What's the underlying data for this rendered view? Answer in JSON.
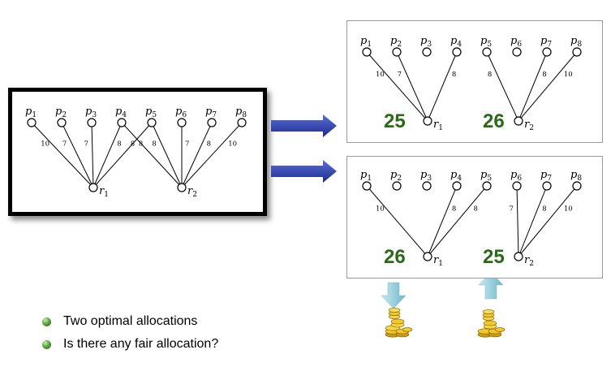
{
  "colors": {
    "score": "#2a6a16",
    "arrow_blue": "#2a3aa8",
    "arrow_teal": "#9fd1de"
  },
  "diagram": {
    "agent_labels": [
      "p1",
      "p2",
      "p3",
      "p4",
      "p5",
      "p6",
      "p7",
      "p8"
    ],
    "resource_labels": [
      "r1",
      "r2"
    ],
    "main": {
      "edges": [
        {
          "from": "p1",
          "to": "r1",
          "weight": "10"
        },
        {
          "from": "p2",
          "to": "r1",
          "weight": "7"
        },
        {
          "from": "p3",
          "to": "r1",
          "weight": "7"
        },
        {
          "from": "p4",
          "to": "r1",
          "weight": "8"
        },
        {
          "from": "p5",
          "to": "r1",
          "weight": "8"
        },
        {
          "from": "p4",
          "to": "r2",
          "weight": "8"
        },
        {
          "from": "p5",
          "to": "r2",
          "weight": "8"
        },
        {
          "from": "p6",
          "to": "r2",
          "weight": "7"
        },
        {
          "from": "p7",
          "to": "r2",
          "weight": "8"
        },
        {
          "from": "p8",
          "to": "r2",
          "weight": "10"
        }
      ]
    },
    "allocation_1": {
      "edges": [
        {
          "from": "p1",
          "to": "r1",
          "weight": "10"
        },
        {
          "from": "p2",
          "to": "r1",
          "weight": "7"
        },
        {
          "from": "p4",
          "to": "r1",
          "weight": "8"
        },
        {
          "from": "p5",
          "to": "r2",
          "weight": "8"
        },
        {
          "from": "p7",
          "to": "r2",
          "weight": "8"
        },
        {
          "from": "p8",
          "to": "r2",
          "weight": "10"
        }
      ],
      "score_r1": "25",
      "score_r2": "26"
    },
    "allocation_2": {
      "edges": [
        {
          "from": "p1",
          "to": "r1",
          "weight": "10"
        },
        {
          "from": "p4",
          "to": "r1",
          "weight": "8"
        },
        {
          "from": "p5",
          "to": "r1",
          "weight": "8"
        },
        {
          "from": "p6",
          "to": "r2",
          "weight": "7"
        },
        {
          "from": "p7",
          "to": "r2",
          "weight": "8"
        },
        {
          "from": "p8",
          "to": "r2",
          "weight": "10"
        }
      ],
      "score_r1": "26",
      "score_r2": "25"
    }
  },
  "icons": {
    "down_arrow": "down-arrow-icon",
    "up_arrow": "up-arrow-icon",
    "coins": "coin-stack-icon"
  },
  "bullets": [
    "Two optimal allocations",
    "Is there any fair allocation?"
  ]
}
